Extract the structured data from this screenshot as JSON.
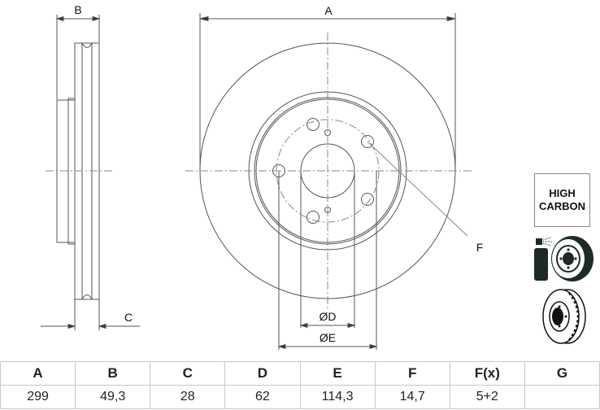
{
  "drawing": {
    "labels": {
      "a": "A",
      "b": "B",
      "c": "C",
      "d": "ØD",
      "e": "ØE",
      "f": "F"
    },
    "colors": {
      "line": "#555555",
      "centerline": "#888888",
      "icon_dark": "#1e2a24"
    }
  },
  "badge": {
    "line1": "HIGH",
    "line2": "CARBON"
  },
  "icons": [
    {
      "name": "coated-disc-spray-icon"
    },
    {
      "name": "vented-disc-icon"
    }
  ],
  "table": {
    "headers": [
      "A",
      "B",
      "C",
      "D",
      "E",
      "F",
      "F(x)",
      "G"
    ],
    "values": [
      "299",
      "49,3",
      "28",
      "62",
      "114,3",
      "14,7",
      "5+2",
      ""
    ]
  }
}
